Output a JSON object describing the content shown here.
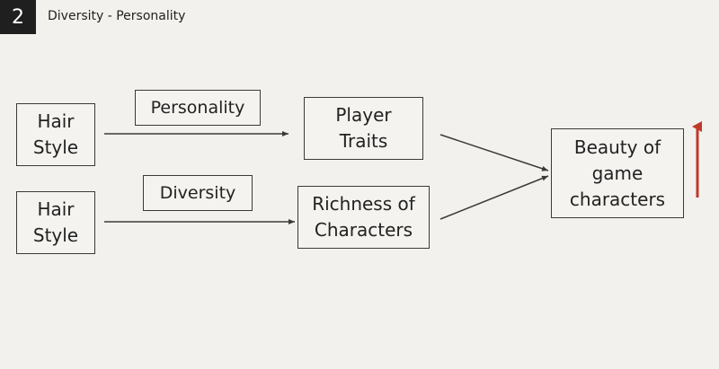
{
  "header": {
    "slide_number": "2",
    "title": "Diversity - Personality"
  },
  "diagram": {
    "nodes": {
      "hair_style_top": "Hair\nStyle",
      "hair_style_bottom": "Hair\nStyle",
      "personality": "Personality",
      "diversity": "Diversity",
      "player_traits": "Player\nTraits",
      "richness_of_characters": "Richness of\nCharacters",
      "beauty_of_game_characters": "Beauty of\ngame\ncharacters"
    },
    "colors": {
      "line": "#3a3a3a",
      "increase_arrow": "#c0392b"
    }
  }
}
